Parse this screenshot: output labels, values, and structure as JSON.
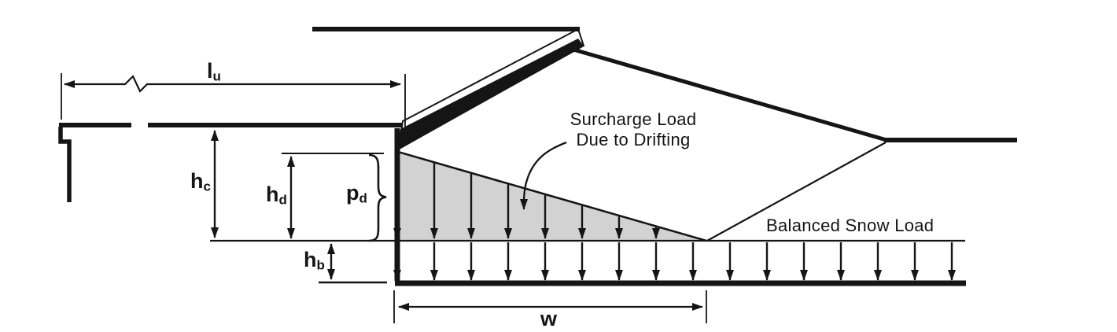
{
  "colors": {
    "ink": "#151515",
    "drift_fill": "#d2d2d2",
    "background": "#ffffff"
  },
  "labels": {
    "lu": {
      "base": "l",
      "sub": "u"
    },
    "hc": {
      "base": "h",
      "sub": "c"
    },
    "hd": {
      "base": "h",
      "sub": "d"
    },
    "pd": {
      "base": "p",
      "sub": "d"
    },
    "hb": {
      "base": "h",
      "sub": "b"
    },
    "w": "w",
    "surcharge_line1": "Surcharge Load",
    "surcharge_line2": "Due to Drifting",
    "balanced_snow_load": "Balanced Snow Load"
  }
}
